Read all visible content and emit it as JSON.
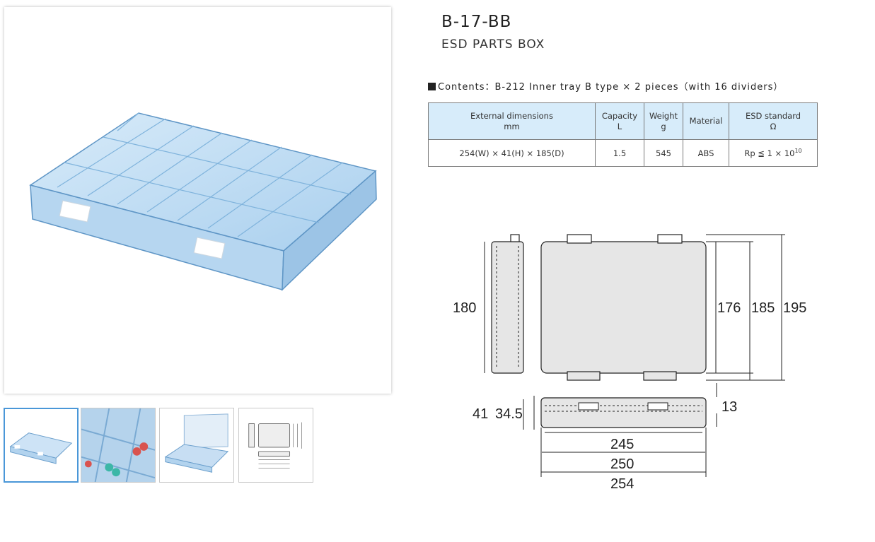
{
  "product": {
    "code": "B-17-BB",
    "name": "ESD PARTS BOX",
    "contents": "Contents：B-212 Inner tray B type × 2 pieces（with 16 dividers）"
  },
  "spec_table": {
    "headers": [
      {
        "line1": "External dimensions",
        "line2": "mm"
      },
      {
        "line1": "Capacity",
        "line2": "L"
      },
      {
        "line1": "Weight",
        "line2": "g"
      },
      {
        "line1": "Material",
        "line2": ""
      },
      {
        "line1": "ESD standard",
        "line2": "Ω"
      }
    ],
    "row": {
      "dimensions": "254(W) × 41(H) × 185(D)",
      "capacity": "1.5",
      "weight": "545",
      "material": "ABS",
      "esd_base": "Rp ≦ 1 × 10",
      "esd_exp": "10"
    }
  },
  "drawing": {
    "side_height": "180",
    "inner_depth": "176",
    "depth": "185",
    "overall_depth": "195",
    "height": "41",
    "body_height": "34.5",
    "lid_height": "13",
    "inner_width": "245",
    "body_width": "250",
    "width": "254"
  },
  "thumbnails": [
    {
      "name": "box-closed-view"
    },
    {
      "name": "box-closeup-view"
    },
    {
      "name": "box-open-view"
    },
    {
      "name": "dimension-drawing-view"
    }
  ],
  "colors": {
    "box_blue": "#7fb3dc",
    "table_header": "#d7ecfa",
    "thumb_active_border": "#4a97d8"
  }
}
